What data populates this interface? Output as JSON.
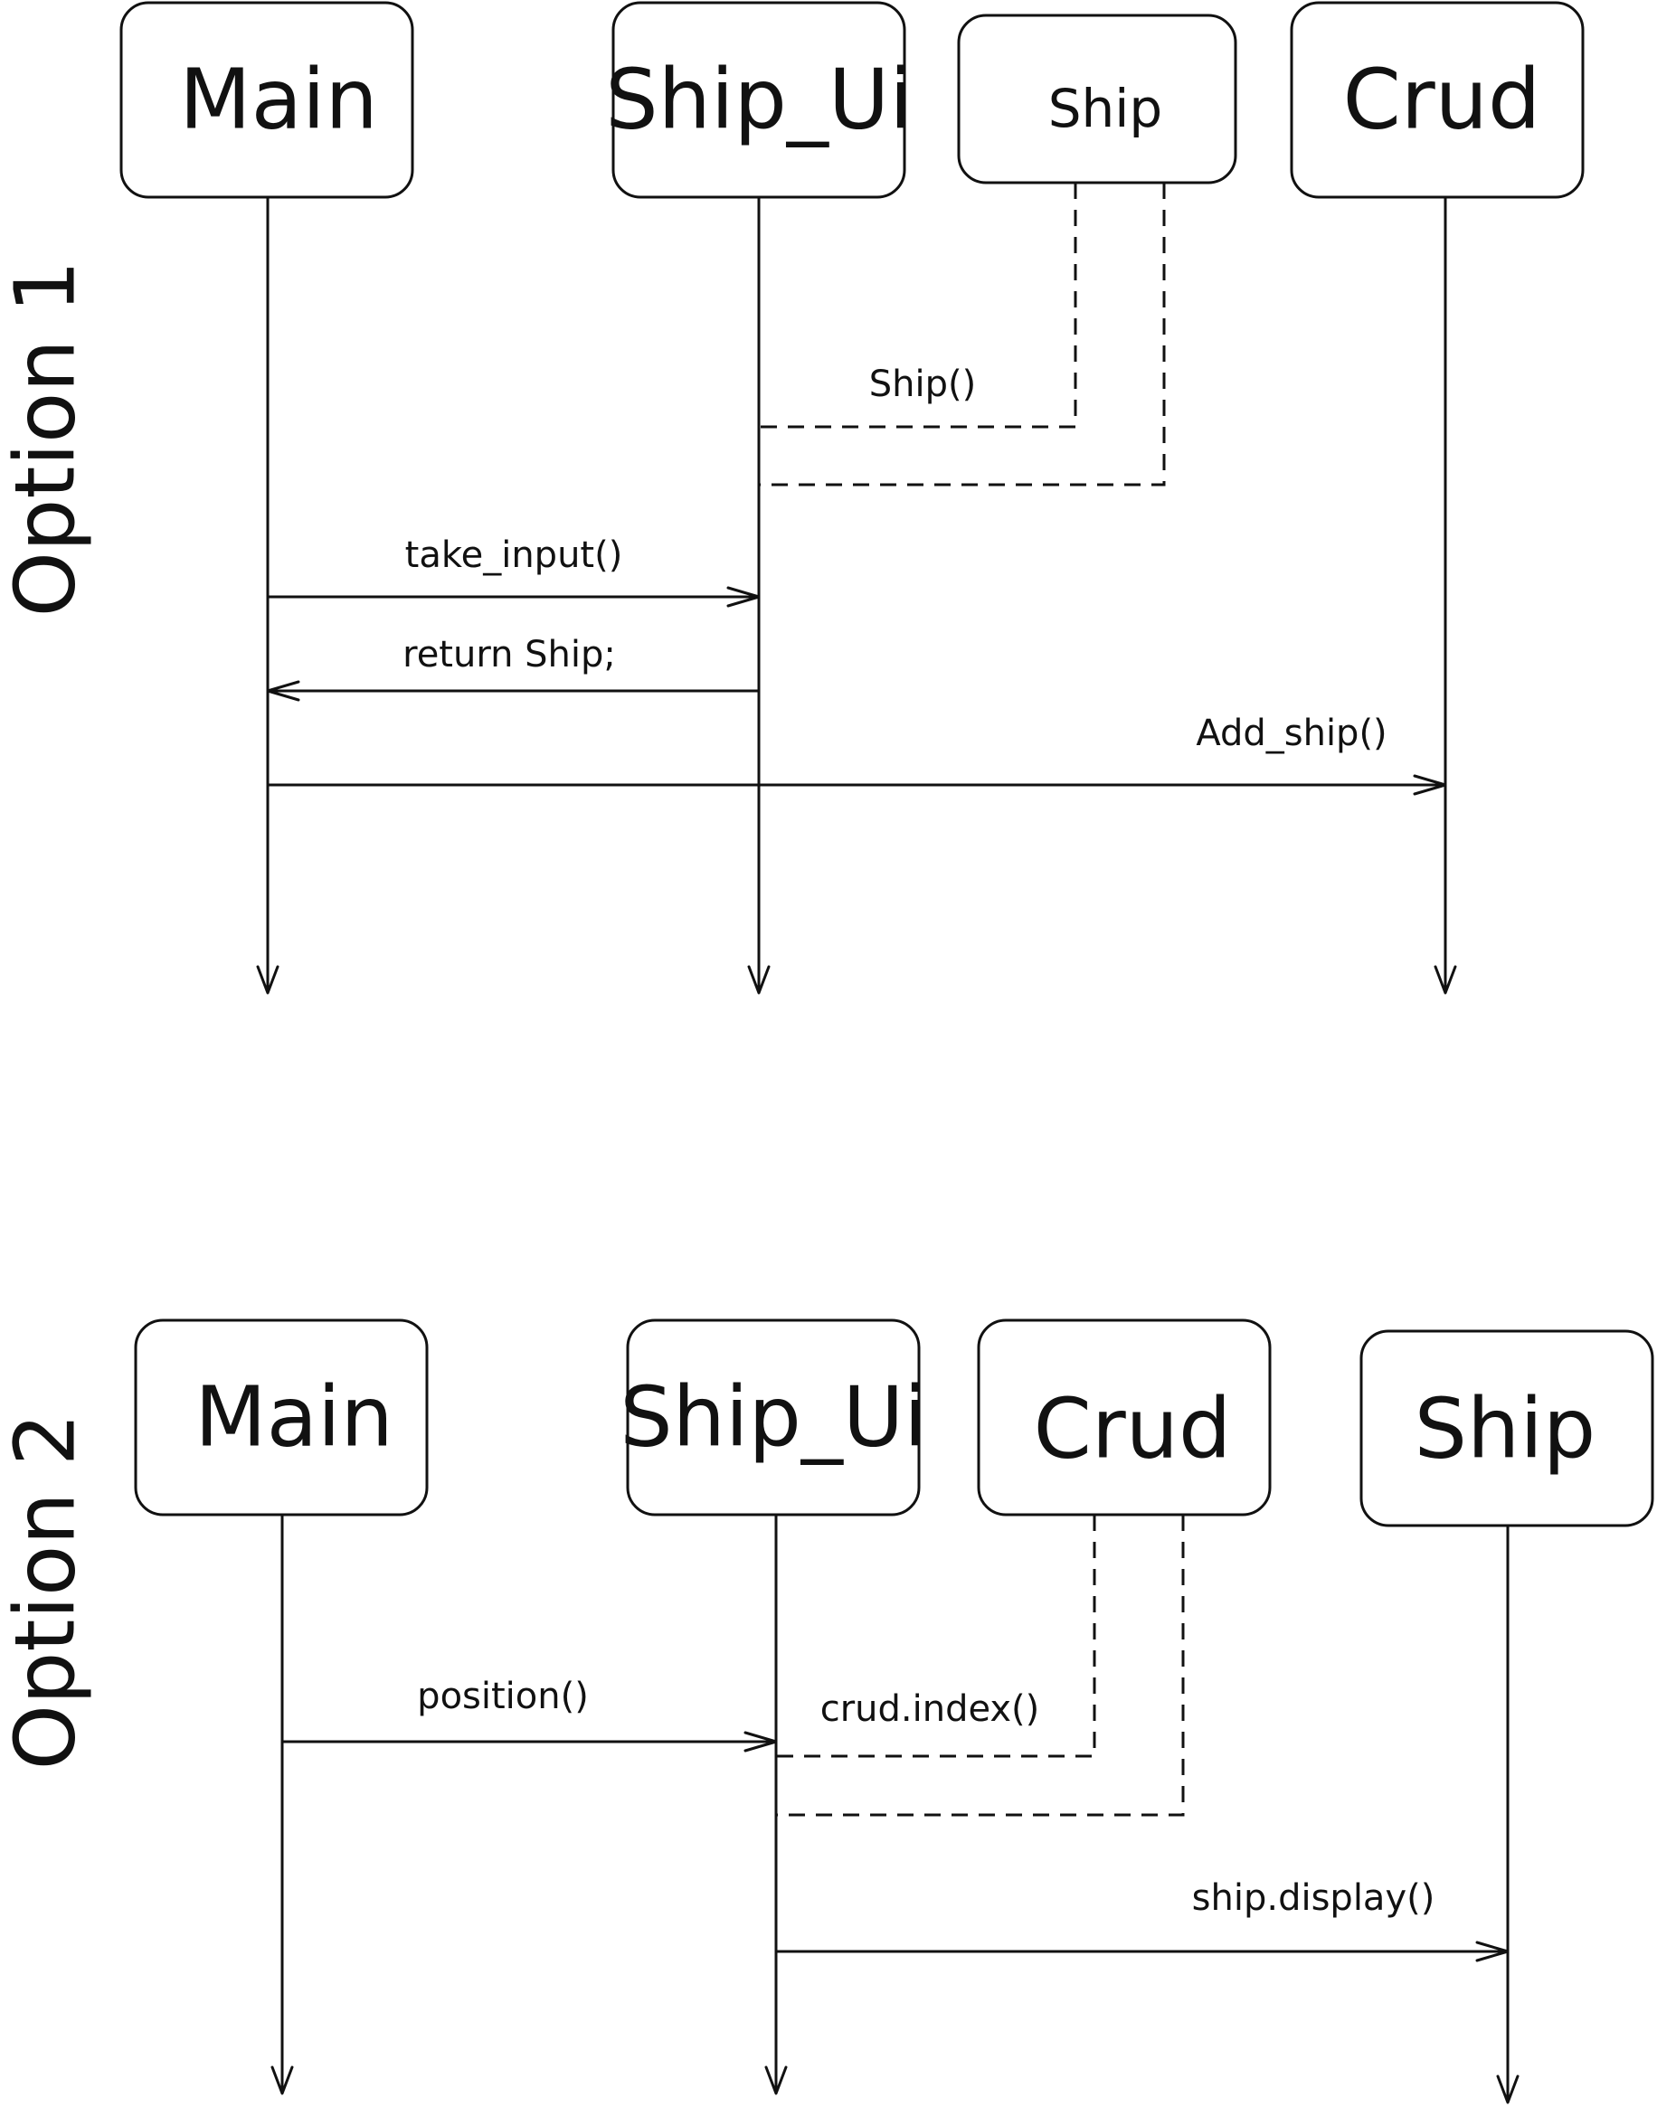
{
  "option1": {
    "label": "Option 1",
    "participants": [
      "Main",
      "Ship_Ui",
      "Ship",
      "Crud"
    ],
    "messages": {
      "ship_ctor": "Ship()",
      "take_input": "take_input()",
      "return_ship": "return Ship;",
      "add_ship": "Add_ship()"
    }
  },
  "option2": {
    "label": "Option 2",
    "participants": [
      "Main",
      "Ship_Ui",
      "Crud",
      "Ship"
    ],
    "messages": {
      "position": "position()",
      "crud_index": "crud.index()",
      "ship_display": "ship.display()"
    }
  }
}
